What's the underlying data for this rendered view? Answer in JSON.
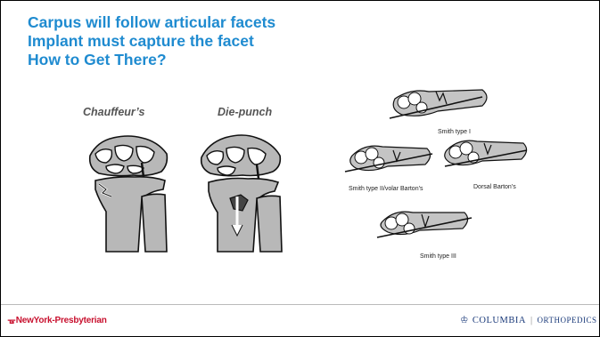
{
  "slide": {
    "title_lines": [
      "Carpus will follow articular facets",
      "Implant must capture the facet",
      "How to Get There?"
    ],
    "figure_labels": {
      "chauffeur": "Chauffeur’s",
      "die_punch": "Die-punch"
    },
    "smith_captions": {
      "type1": "Smith type I",
      "type2": "Smith type II/volar Barton’s",
      "dorsal": "Dorsal Barton’s",
      "type3": "Smith type III"
    }
  },
  "footer": {
    "left_logo": "NewYork-Presbyterian",
    "right_logo_part1": "COLUMBIA",
    "right_logo_part2": "ORTHOPEDICS",
    "separator": "|"
  },
  "colors": {
    "title": "#1f8bd0",
    "nyp_red": "#c8102e",
    "columbia_blue": "#1a3a7a"
  }
}
